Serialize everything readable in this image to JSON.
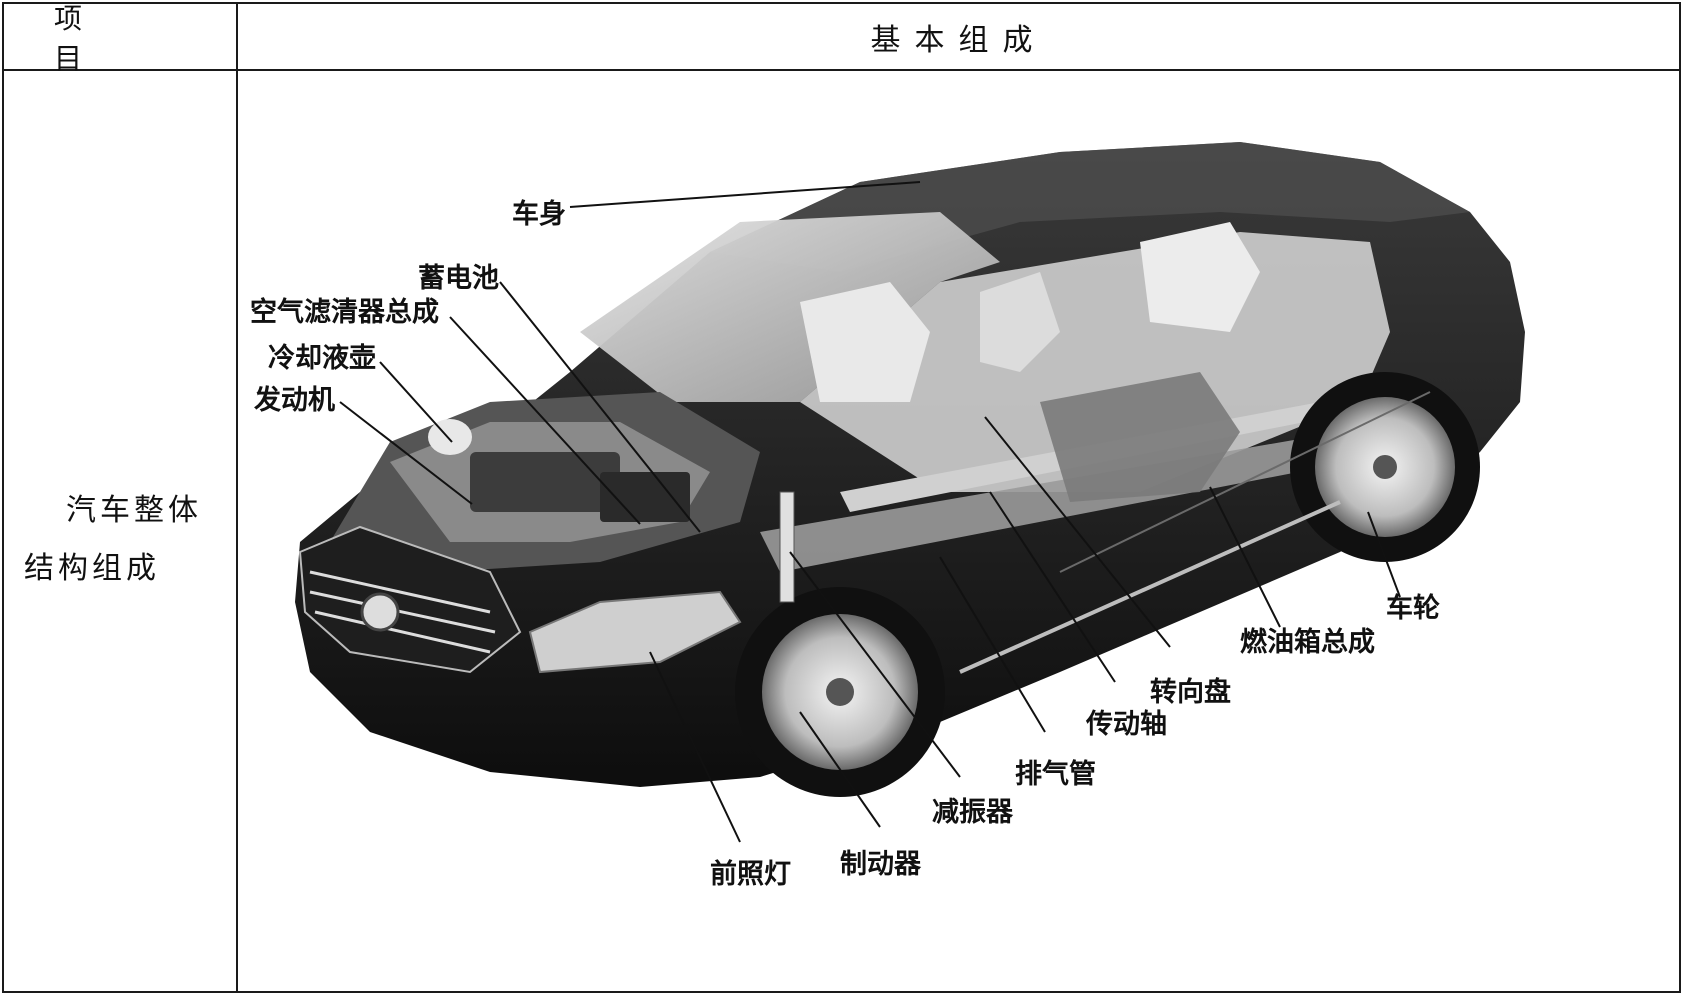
{
  "table": {
    "header": {
      "item": "项 目",
      "composition": "基本组成"
    },
    "row": {
      "item_line1": "汽车整体",
      "item_line2": "结构组成"
    }
  },
  "figure": {
    "labels": {
      "body": "车身",
      "battery": "蓄电池",
      "air_filter": "空气滤清器总成",
      "coolant_reservoir": "冷却液壶",
      "engine": "发动机",
      "wheel": "车轮",
      "fuel_tank": "燃油箱总成",
      "steering_wheel": "转向盘",
      "drive_shaft": "传动轴",
      "exhaust_pipe": "排气管",
      "shock_absorber": "减振器",
      "brake": "制动器",
      "headlight": "前照灯"
    }
  }
}
